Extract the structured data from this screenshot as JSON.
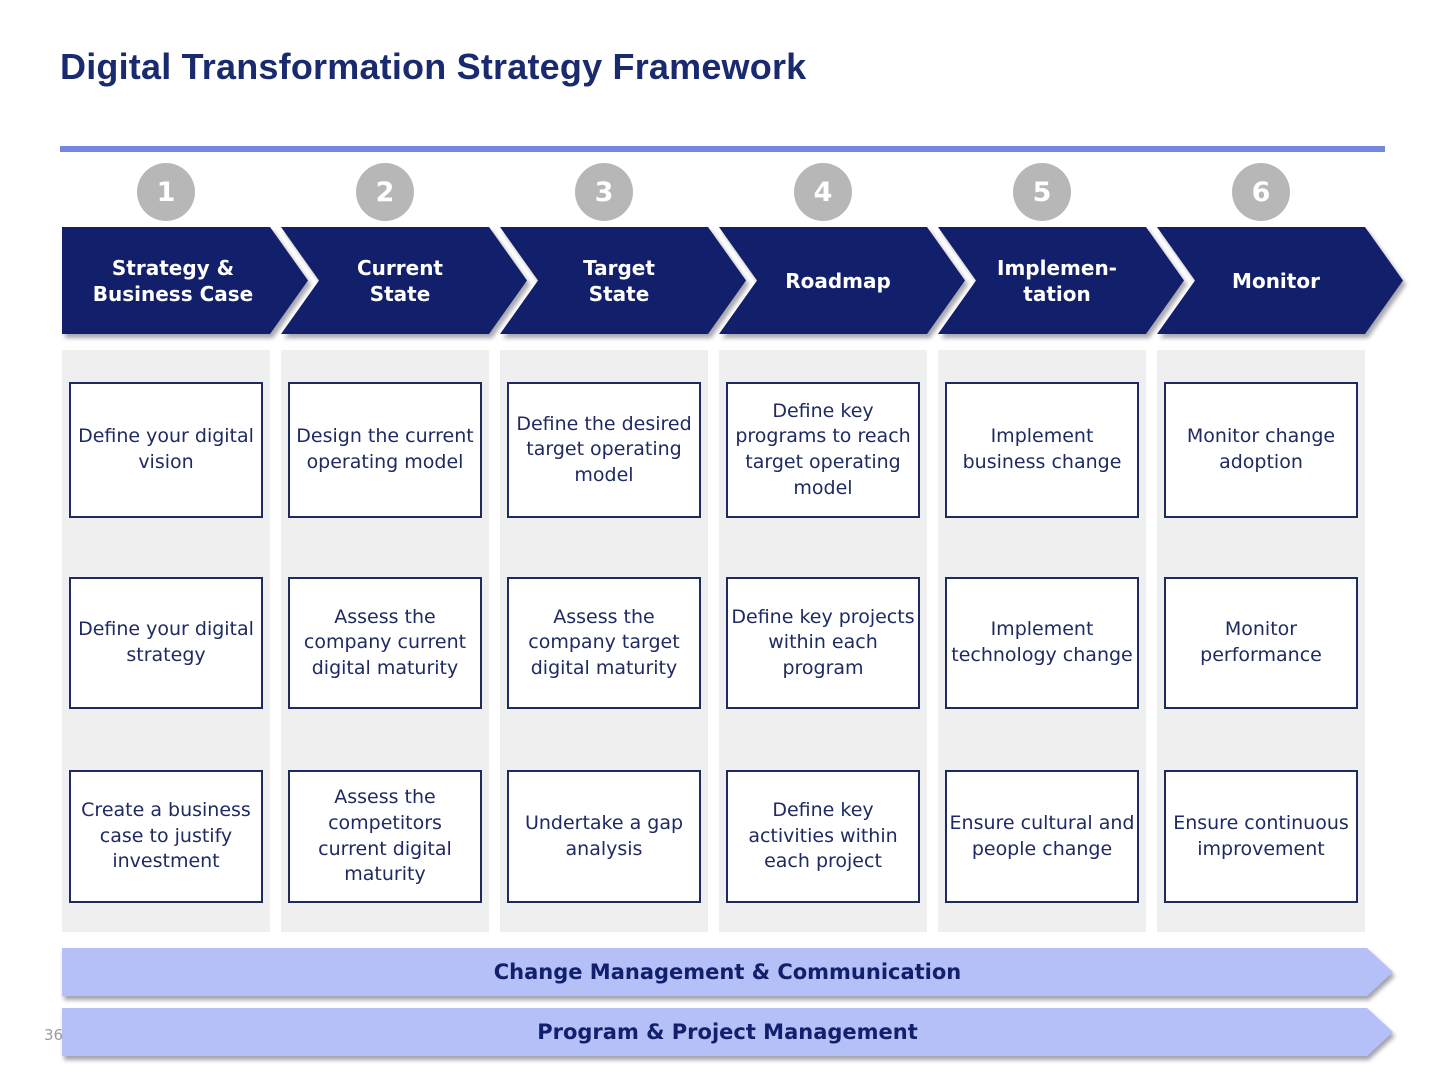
{
  "slide": {
    "title": "Digital Transformation Strategy Framework",
    "page_number": "36"
  },
  "colors": {
    "navy": "#12206b",
    "navy_text": "#1a2a6e",
    "accent_line": "#7187e0",
    "bar_fill": "#b4c0f7",
    "strip_gray": "#efefef",
    "circle_gray": "#b7b7b7",
    "box_border": "#1d2b5e",
    "box_text": "#1e2a62"
  },
  "columns": [
    {
      "number": "1",
      "header": "Strategy &\nBusiness Case",
      "items": [
        "Define your digital vision",
        "Define your digital strategy",
        "Create a business case to justify investment"
      ]
    },
    {
      "number": "2",
      "header": "Current\nState",
      "items": [
        "Design the current operating model",
        "Assess the company current digital maturity",
        "Assess the competitors current digital maturity"
      ]
    },
    {
      "number": "3",
      "header": "Target\nState",
      "items": [
        "Define the desired target operating model",
        "Assess the company target digital maturity",
        "Undertake a gap analysis"
      ]
    },
    {
      "number": "4",
      "header": "Roadmap",
      "items": [
        "Define key programs to reach target operating model",
        "Define key projects within each program",
        "Define key activities within each project"
      ]
    },
    {
      "number": "5",
      "header": "Implemen-\ntation",
      "items": [
        "Implement business change",
        "Implement technology change",
        "Ensure cultural and people change"
      ]
    },
    {
      "number": "6",
      "header": "Monitor",
      "items": [
        "Monitor change adoption",
        "Monitor performance",
        "Ensure continuous improvement"
      ]
    }
  ],
  "bottom_bars": [
    {
      "label": "Change Management & Communication"
    },
    {
      "label": "Program & Project Management"
    }
  ]
}
